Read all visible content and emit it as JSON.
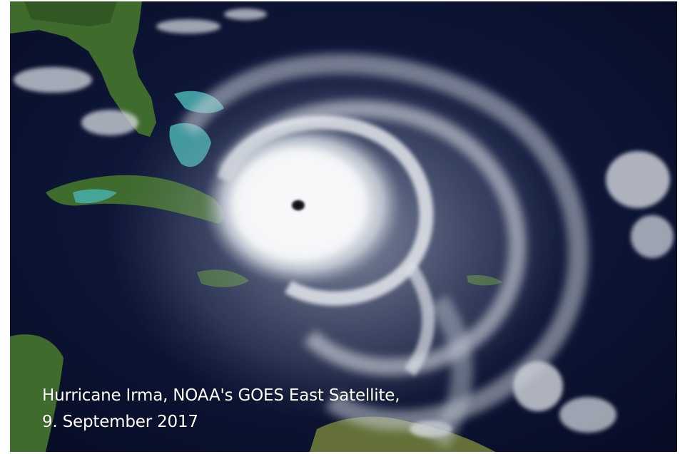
{
  "image": {
    "subject": "hurricane-eye",
    "colors": {
      "ocean": "#0c1433",
      "ocean_deep": "#070c24",
      "land": "#3f6b2c",
      "land_dark": "#2a4a1e",
      "shallow_water": "#46b4b4",
      "cloud": "#f4f6f8",
      "cloud_dim": "#b9c0cc",
      "eye": "#111111",
      "frame": "#ffffff"
    }
  },
  "caption": {
    "line1": "Hurricane Irma, NOAA's GOES East Satellite,",
    "line2": "9. September 2017",
    "color": "#ffffff"
  }
}
